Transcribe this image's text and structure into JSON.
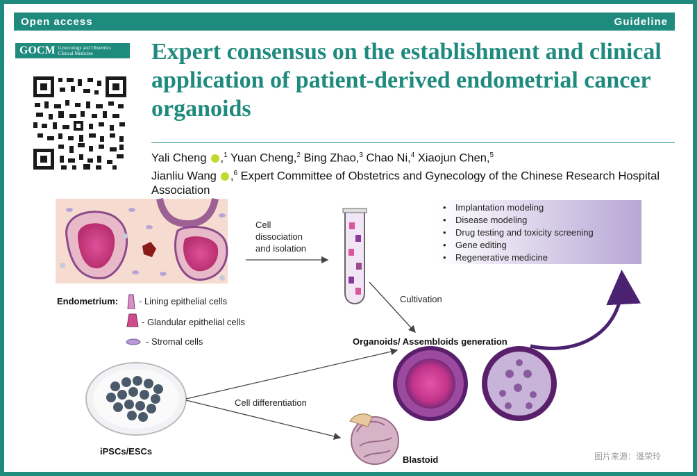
{
  "header": {
    "left_label": "Open access",
    "right_label": "Guideline"
  },
  "journal": {
    "abbr": "GOCM",
    "name_line1": "Gynecology and Obstetrics",
    "name_line2": "Clinical Medicine"
  },
  "article": {
    "title": "Expert consensus on the establishment and clinical application of patient-derived endometrial cancer organoids",
    "authors": {
      "a1_name": "Yali Cheng",
      "a1_sup": "1",
      "a2_name": "Yuan Cheng,",
      "a2_sup": "2",
      "a3_name": "Bing Zhao,",
      "a3_sup": "3",
      "a4_name": "Chao Ni,",
      "a4_sup": "4",
      "a5_name": "Xiaojun Chen,",
      "a5_sup": "5",
      "a6_name": "Jianliu Wang",
      "a6_sup": "6",
      "committee": "Expert Committee of Obstetrics and Gynecology of the Chinese Research Hospital Association"
    }
  },
  "figure": {
    "arrow_label_top_1": "Cell",
    "arrow_label_top_2": "dissociation",
    "arrow_label_top_3": "and isolation",
    "cultivation_label": "Cultivation",
    "differentiation_label": "Cell differentiation",
    "endometrium_label": "Endometrium:",
    "legend_lining": "- Lining epithelial cells",
    "legend_glandular": "- Glandular epithelial cells",
    "legend_stromal": "- Stromal cells",
    "organoids_label": "Organoids/ Assembloids generation",
    "ipsc_label": "iPSCs/ESCs",
    "blastoid_label": "Blastoid",
    "applications": [
      "Implantation modeling",
      "Disease modeling",
      "Drug testing and toxicity screening",
      "Gene editing",
      "Regenerative medicine"
    ]
  },
  "watermark": "图片来源：潘荣玲",
  "colors": {
    "accent": "#1f8a7e",
    "orcid": "#c4d82c",
    "magenta": "#c0357f",
    "purple": "#5b2a7a"
  }
}
